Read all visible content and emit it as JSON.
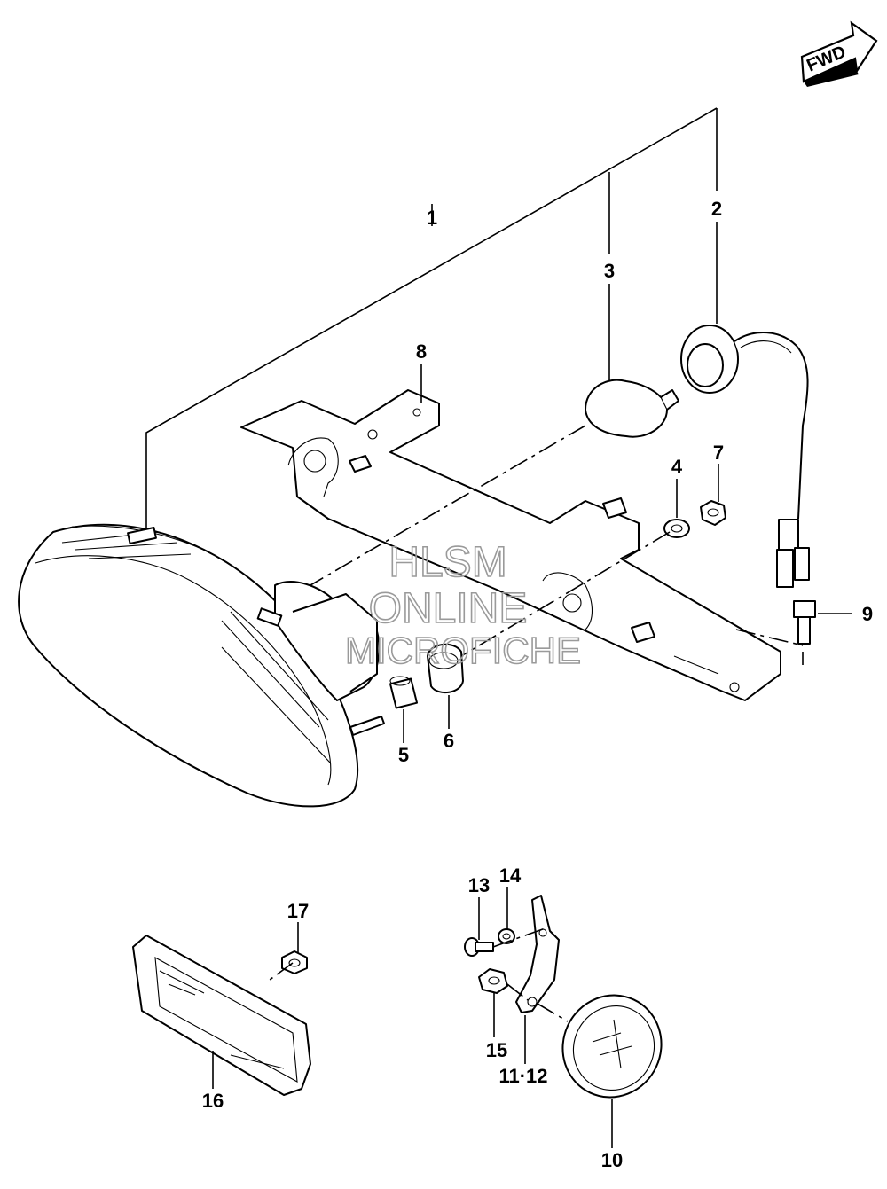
{
  "badge": {
    "text": "FWD"
  },
  "watermark": {
    "line1": "HLSM",
    "line2": "ONLINE",
    "line3": "MICROFICHE"
  },
  "callouts": {
    "c1": "1",
    "c2": "2",
    "c3": "3",
    "c4": "4",
    "c5": "5",
    "c6": "6",
    "c7": "7",
    "c8": "8",
    "c9": "9",
    "c10": "10",
    "c11_12": "11·12",
    "c13": "13",
    "c14": "14",
    "c15": "15",
    "c16": "16",
    "c17": "17"
  }
}
